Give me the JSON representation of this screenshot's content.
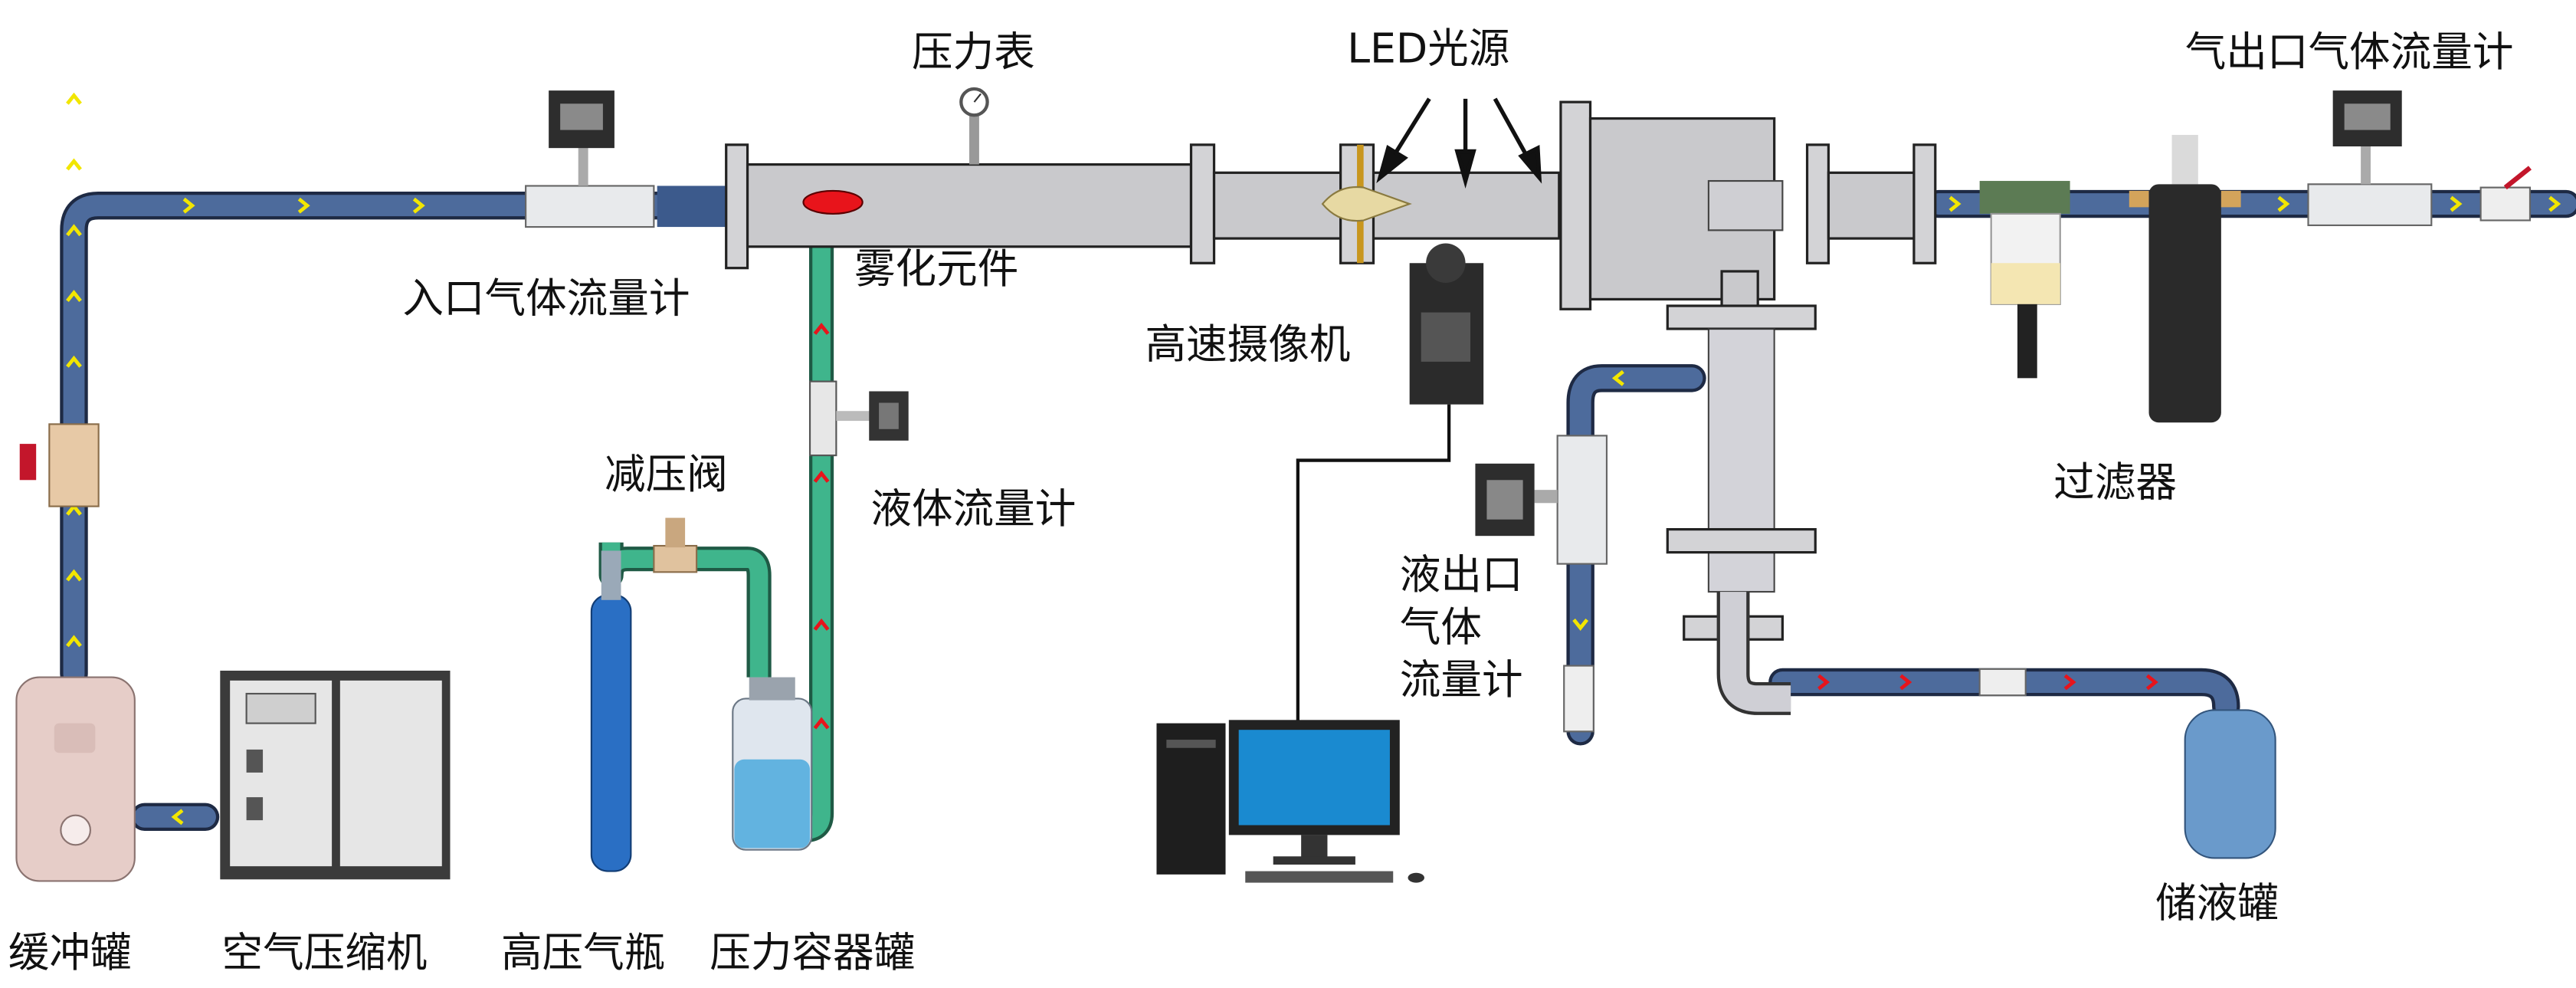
{
  "labels": {
    "buffer_tank": "缓冲罐",
    "air_compressor": "空气压缩机",
    "gas_cylinder": "高压气瓶",
    "pressure_vessel": "压力容器罐",
    "pressure_reducing_valve": "减压阀",
    "liquid_flowmeter": "液体流量计",
    "atomizer": "雾化元件",
    "inlet_gas_flowmeter": "入口气体流量计",
    "pressure_gauge": "压力表",
    "led_light": "LED光源",
    "high_speed_camera": "高速摄像机",
    "liquid_outlet_gas_flowmeter": [
      "液出口",
      "气体",
      "流量计"
    ],
    "filter": "过滤器",
    "gas_outlet_gas_flowmeter": "气出口气体流量计",
    "liquid_storage_tank": "储液罐"
  },
  "colors": {
    "gas_pipe": "#4d6b9c",
    "liquid_pipe": "#3fb58c",
    "flow_chevron": "#f2e600",
    "atomizer_red": "#e8141b",
    "cylinder_blue": "#2a6fc4",
    "tank_blue": "#6a9acb",
    "buffer_tank": "#e8cfcb"
  }
}
